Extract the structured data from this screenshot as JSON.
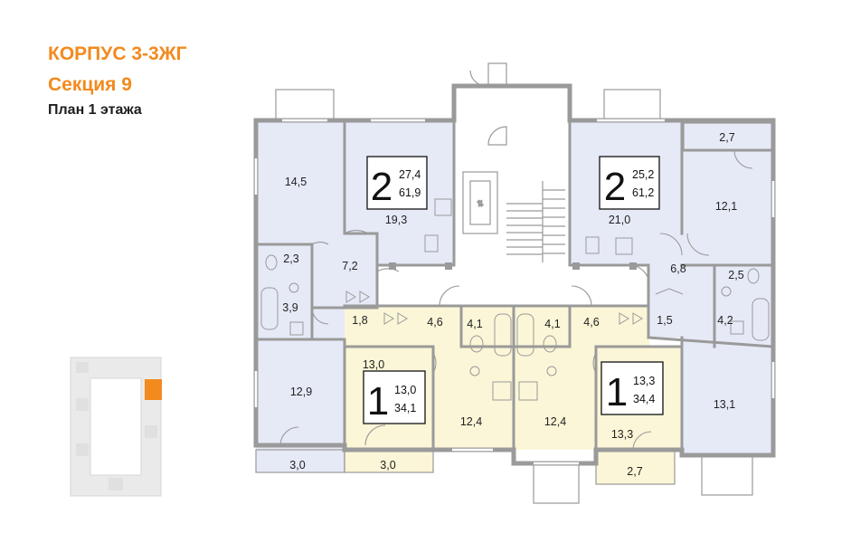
{
  "header": {
    "building": "КОРПУС 3-3ЖГ",
    "section": "Секция 9",
    "plan": "План 1 этажа"
  },
  "colors": {
    "accent": "#f28a1e",
    "apartment_two_room": "#e6eaf7",
    "apartment_one_room": "#fbf6d7",
    "common_area": "#ffffff",
    "walls": "#9a9a9a",
    "key_plan_highlight": "#f28a1e"
  },
  "apartments": {
    "left_two_room": {
      "rooms": "2",
      "living_area": "27,4",
      "total_area": "61,9"
    },
    "right_two_room": {
      "rooms": "2",
      "living_area": "25,2",
      "total_area": "61,2"
    },
    "left_one_room": {
      "rooms": "1",
      "living_area": "13,0",
      "total_area": "34,1"
    },
    "right_one_room": {
      "rooms": "1",
      "living_area": "13,3",
      "total_area": "34,4"
    }
  },
  "rooms": {
    "r_14_5": "14,5",
    "r_19_3": "19,3",
    "r_2_3": "2,3",
    "r_7_2": "7,2",
    "r_3_9": "3,9",
    "r_1_8": "1,8",
    "r_12_9": "12,9",
    "r_3_0_left": "3,0",
    "r_3_0_mid": "3,0",
    "r_13_0": "13,0",
    "r_4_6_left": "4,6",
    "r_4_1_left": "4,1",
    "r_12_4_left": "12,4",
    "r_4_1_right": "4,1",
    "r_4_6_right": "4,6",
    "r_12_4_right": "12,4",
    "r_13_3": "13,3",
    "r_2_7_bottom": "2,7",
    "r_21_0": "21,0",
    "r_2_7_top": "2,7",
    "r_12_1": "12,1",
    "r_6_8": "6,8",
    "r_2_5": "2,5",
    "r_1_5": "1,5",
    "r_4_2": "4,2",
    "r_13_1": "13,1"
  }
}
